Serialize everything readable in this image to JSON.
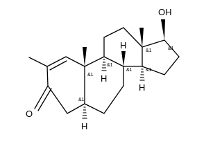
{
  "molecule": {
    "atoms": {
      "oh": "OH",
      "o": "O",
      "h8": "H",
      "h9": "H",
      "h14": "H",
      "h5": "H"
    },
    "stereo_label": "&1"
  }
}
